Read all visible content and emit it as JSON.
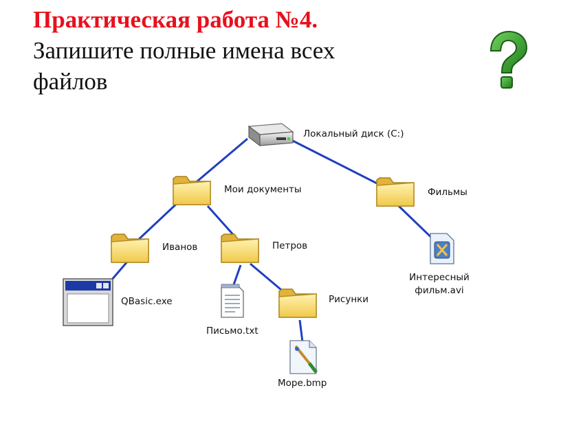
{
  "heading": {
    "number": "Практическая работа №4.",
    "line2": "Запишите полные имена всех",
    "line3": "файлов"
  },
  "hint_icon": "question-mark-icon",
  "colors": {
    "heading_accent": "#e8101e",
    "connector": "#1f3fbf",
    "folder": "#f5d56b",
    "question_mark": "#2e9a2a"
  },
  "tree": {
    "root": {
      "label": "Локальный диск (C:)",
      "icon": "hard-drive-icon"
    },
    "my_documents": {
      "label": "Мои документы",
      "icon": "folder-icon"
    },
    "films": {
      "label": "Фильмы",
      "icon": "folder-icon"
    },
    "ivanov": {
      "label": "Иванов",
      "icon": "folder-icon"
    },
    "petrov": {
      "label": "Петров",
      "icon": "folder-icon"
    },
    "qbasic": {
      "label": "QBasic.exe",
      "icon": "application-window-icon"
    },
    "letter": {
      "label": "Письмо.txt",
      "icon": "text-document-icon"
    },
    "pictures": {
      "label": "Рисунки",
      "icon": "folder-icon"
    },
    "sea": {
      "label": "Море.bmp",
      "icon": "image-file-icon"
    },
    "movie": {
      "label_line1": "Интересный",
      "label_line2": "фильм.avi",
      "icon": "video-file-icon"
    }
  }
}
